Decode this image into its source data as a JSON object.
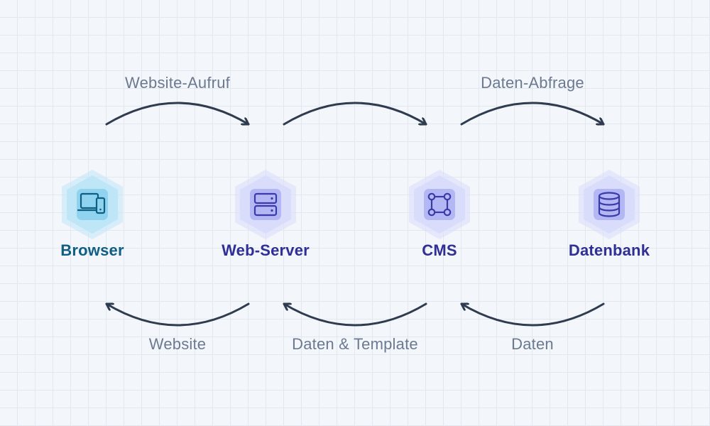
{
  "nodes": [
    {
      "label": "Browser",
      "icon": "laptop-phone-icon",
      "color": "#0f5e84"
    },
    {
      "label": "Web-Server",
      "icon": "server-icon",
      "color": "#2f2f96"
    },
    {
      "label": "CMS",
      "icon": "workflow-icon",
      "color": "#2f2f96"
    },
    {
      "label": "Datenbank",
      "icon": "database-icon",
      "color": "#2f2f96"
    }
  ],
  "top_labels": [
    "Website-Aufruf",
    "Daten-Abfrage"
  ],
  "bottom_labels": [
    "Website",
    "Daten & Template",
    "Daten"
  ],
  "colors": {
    "arrow": "#2f3b4e",
    "browser_hex": "#bfe6f7",
    "browser_icon": "#8fd3ef",
    "browser_stroke": "#0f5e84",
    "node_hex": "#d9dcfb",
    "node_icon": "#b3b8f4",
    "node_stroke": "#3a3aa8"
  }
}
